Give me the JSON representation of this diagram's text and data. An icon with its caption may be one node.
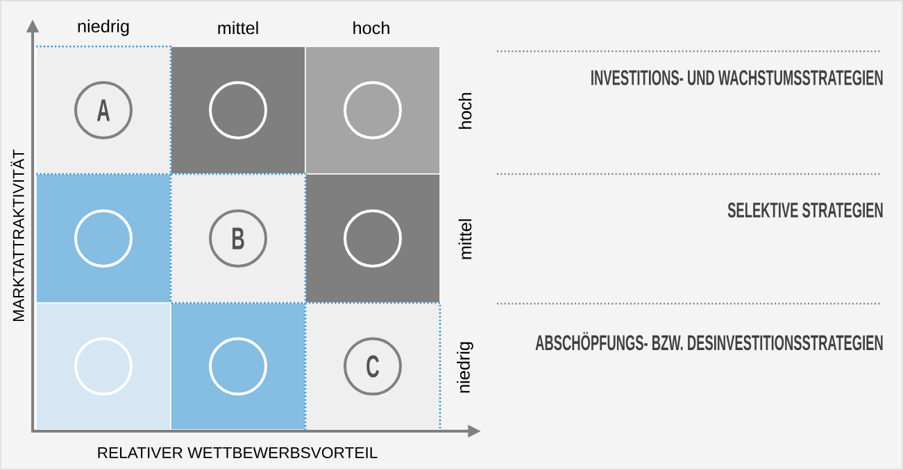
{
  "diagram": {
    "nodes": [
      {
        "text": [],
        "shape": "box"
      },
      {
        "text": [
          "A"
        ],
        "in": 0
      },
      {
        "text": [],
        "shape": "box"
      },
      {
        "text": [],
        "shape": "circle",
        "in": 2
      },
      {
        "text": [],
        "shape": "box"
      },
      {
        "text": [],
        "shape": "circle",
        "in": 4
      },
      {
        "text": [],
        "shape": "box"
      },
      {
        "text": [],
        "shape": "circle",
        "in": 6
      },
      {
        "text": [],
        "shape": "box"
      },
      {
        "text": [
          "B"
        ],
        "in": 8
      },
      {
        "text": [],
        "shape": "box"
      },
      {
        "text": [],
        "shape": "circle",
        "in": 10
      },
      {
        "text": [],
        "shape": "box"
      },
      {
        "text": [],
        "shape": "circle",
        "in": 12
      },
      {
        "text": [],
        "shape": "box"
      },
      {
        "text": [],
        "shape": "circle",
        "in": 14
      },
      {
        "text": [],
        "shape": "box"
      },
      {
        "text": [
          "C"
        ],
        "in": 16
      }
    ],
    "edges": [],
    "labels": [
      "niedrig",
      "mittel",
      "hoch",
      "hoch",
      "mittel",
      "niedrig",
      "MARKTATTRAKTIVITÄT",
      "RELATIVER WETTBEWERBSVORTEIL",
      "INVESTITIONS- UND WACHSTUMSSTRATEGIEN",
      "SELEKTIVE STRATEGIEN",
      "ABSCHÖPFUNGS- BZW. DESINVESTITIONSSTRATEGIEN"
    ]
  }
}
